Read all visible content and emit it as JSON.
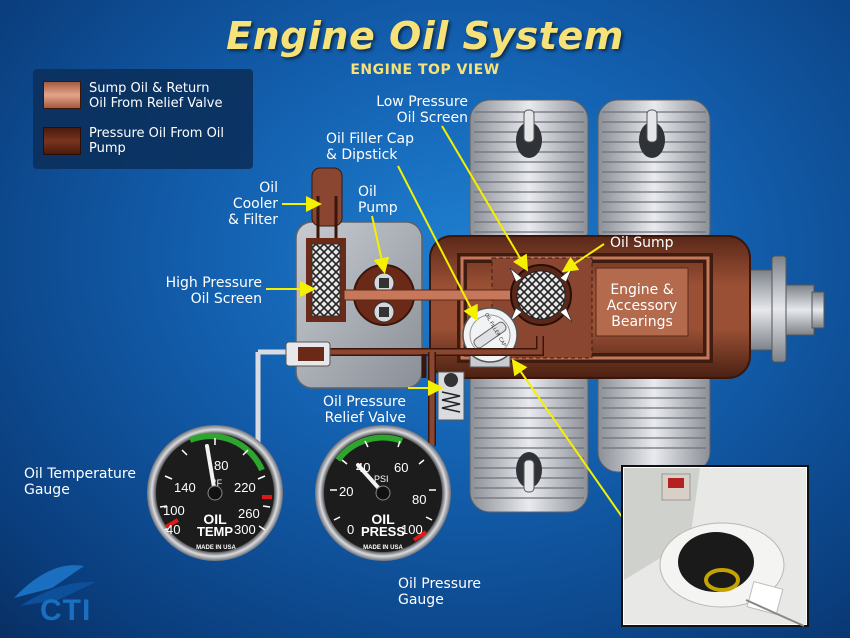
{
  "title": "Engine Oil System",
  "subtitle": "ENGINE TOP VIEW",
  "legend": {
    "items": [
      {
        "label": "Sump Oil & Return\nOil From Relief Valve",
        "color": "#c8785a"
      },
      {
        "label": "Pressure Oil From Oil\nPump",
        "color": "#6b2a18"
      }
    ]
  },
  "labels": {
    "oil_cooler": "Oil Cooler\n& Filter",
    "oil_pump": "Oil\nPump",
    "oil_filler": "Oil Filler Cap\n& Dipstick",
    "low_pressure_screen": "Low Pressure\nOil Screen",
    "oil_sump": "Oil Sump",
    "high_pressure_screen": "High Pressure\nOil Screen",
    "engine_bearings": "Engine &\nAccessory\nBearings",
    "relief_valve": "Oil Pressure\nRelief Valve",
    "oil_temp_gauge": "Oil Temperature\nGauge",
    "oil_press_gauge": "Oil Pressure\nGauge"
  },
  "temp_gauge": {
    "ticks": [
      "40",
      "100",
      "140",
      "80",
      "220",
      "260",
      "300"
    ],
    "unit": "°F",
    "name_line1": "OIL",
    "name_line2": "TEMP",
    "maker": "MADE IN USA"
  },
  "press_gauge": {
    "ticks": [
      "0",
      "20",
      "40",
      "60",
      "80",
      "100"
    ],
    "unit": "PSI",
    "name_line1": "OIL",
    "name_line2": "PRESS",
    "maker": "MADE IN USA"
  },
  "filler_cap_text": "OIL FILLER CAP",
  "logo": "CTI",
  "colors": {
    "title": "#f7e27a",
    "arrow": "#f4f000",
    "engine_case": "#7b3a26",
    "sump_oil": "#c8785a",
    "pressure_oil": "#6b2a18"
  }
}
